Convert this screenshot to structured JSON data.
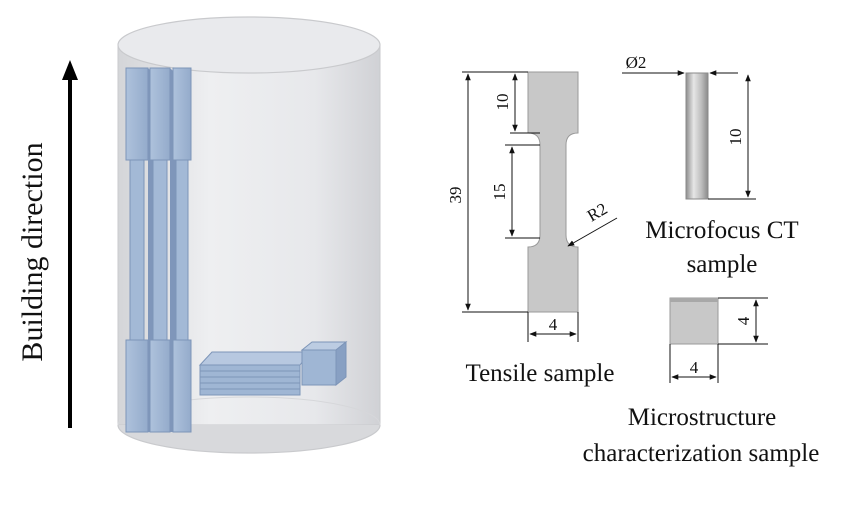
{
  "labels": {
    "building_direction": "Building direction",
    "tensile_sample": "Tensile sample",
    "ct_sample_line1": "Microfocus CT",
    "ct_sample_line2": "sample",
    "micro_sample_line1": "Microstructure",
    "micro_sample_line2": "characterization sample"
  },
  "dimensions": {
    "tensile_total_length": "39",
    "tensile_grip_length": "10",
    "tensile_gauge_length": "15",
    "tensile_radius": "R2",
    "tensile_width": "4",
    "ct_diameter": "Ø2",
    "ct_length": "10",
    "micro_width": "4",
    "micro_height": "4"
  },
  "colors": {
    "cylinder_fill": "#e6e7ea",
    "cylinder_rim": "#cfd0d4",
    "specimen_blue": "#9fb6d4",
    "specimen_edge": "#7d95b8",
    "sample_gray": "#c8c8c8",
    "sample_edge": "#9a9a9a"
  }
}
